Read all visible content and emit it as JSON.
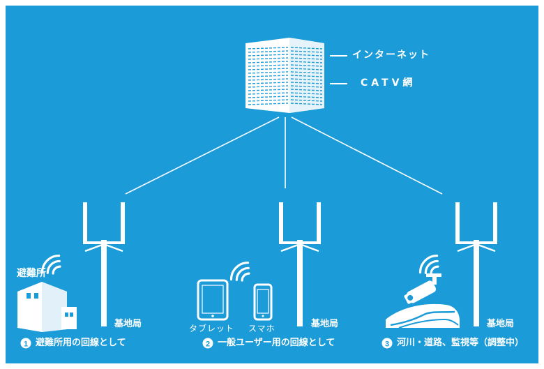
{
  "network": {
    "internet_label": "インターネット",
    "catv_label": "CATV網"
  },
  "sites": [
    {
      "building_label": "避難所",
      "base_station_label": "基地局",
      "number": "1",
      "caption": "避難所用の回線として"
    },
    {
      "tablet_label": "タブレット",
      "phone_label": "スマホ",
      "base_station_label": "基地局",
      "number": "2",
      "caption": "一般ユーザー用の回線として"
    },
    {
      "base_station_label": "基地局",
      "number": "3",
      "caption": "河川・道路、監視等（調整中）"
    }
  ],
  "colors": {
    "background": "#1b9bd7",
    "foreground": "#ffffff"
  }
}
